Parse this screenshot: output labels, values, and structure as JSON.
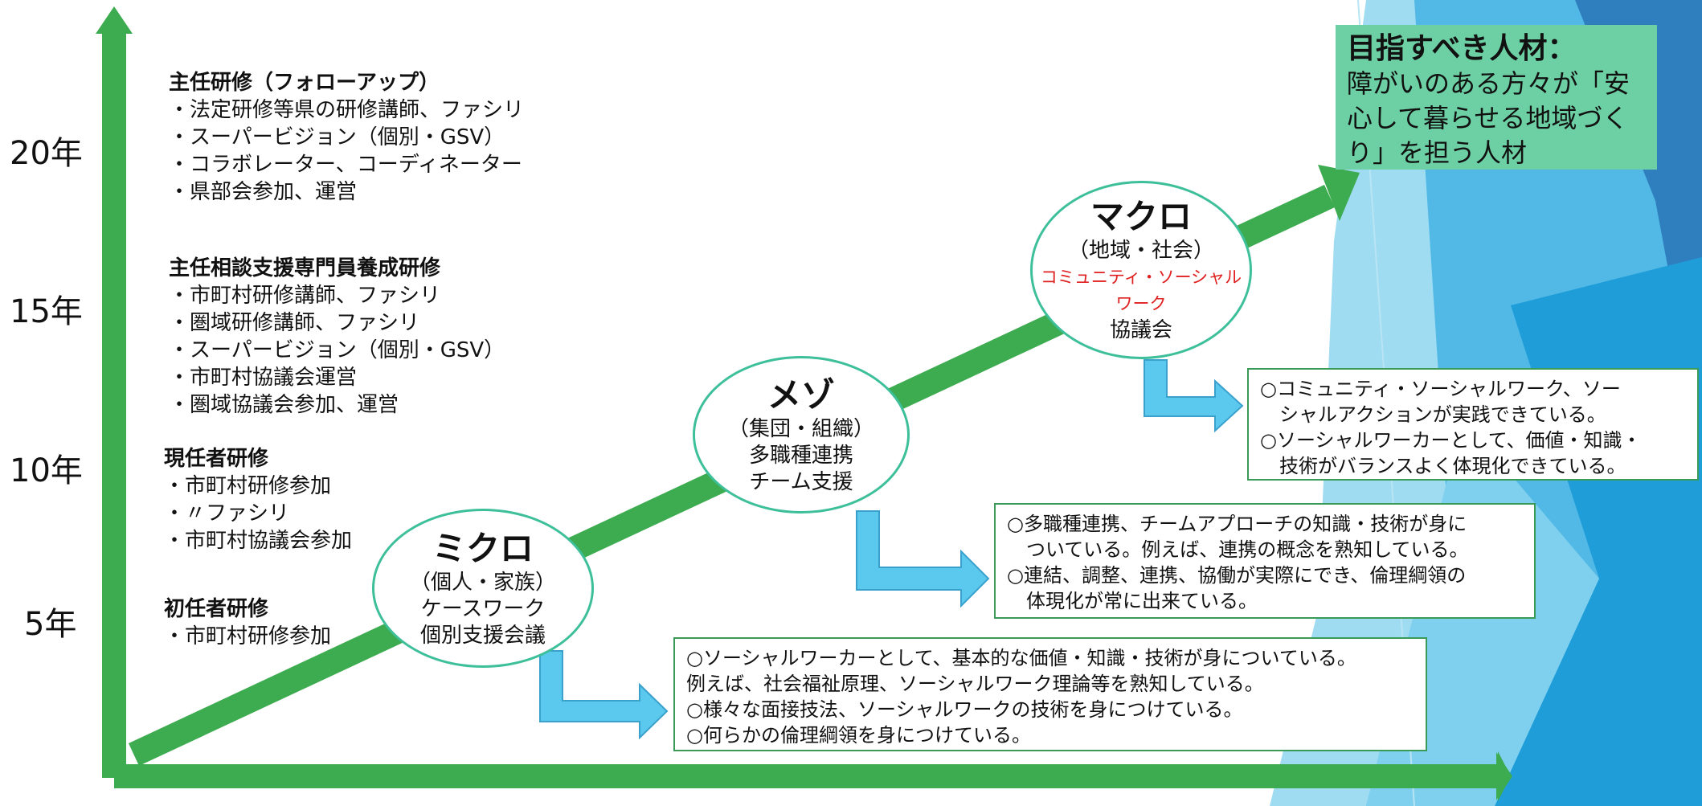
{
  "years": [
    "20年",
    "15年",
    "10年",
    "5年"
  ],
  "training_groups": [
    {
      "title": "主任研修（フォローアップ）",
      "items": [
        "・法定研修等県の研修講師、ファシリ",
        "・スーパービジョン（個別・GSV）",
        "・コラボレーター、コーディネーター",
        "・県部会参加、運営"
      ]
    },
    {
      "title": "主任相談支援専門員養成研修",
      "items": [
        "・市町村研修講師、ファシリ",
        "・圏域研修講師、ファシリ",
        "・スーパービジョン（個別・GSV）",
        "・市町村協議会運営",
        "・圏域協議会参加、運営"
      ]
    },
    {
      "title": "現任者研修",
      "items": [
        "・市町村研修参加",
        "・〃ファシリ",
        "・市町村協議会参加"
      ]
    },
    {
      "title": "初任者研修",
      "items": [
        "・市町村研修参加"
      ]
    }
  ],
  "levels": {
    "micro": {
      "title": "ミクロ",
      "lines": [
        "（個人・家族）",
        "ケースワーク",
        "個別支援会議"
      ]
    },
    "meso": {
      "title": "メゾ",
      "lines": [
        "（集団・組織）",
        "多職種連携",
        "チーム支援"
      ]
    },
    "macro": {
      "title": "マクロ",
      "sub": "（地域・社会）",
      "red": [
        "コミュニティ・ソーシャル",
        "ワーク"
      ],
      "last": "協議会"
    }
  },
  "competency_boxes": {
    "micro": [
      "○ソーシャルワーカーとして、基本的な価値・知識・技術が身についている。",
      "例えば、社会福祉原理、ソーシャルワーク理論等を熟知している。",
      "○様々な面接技法、ソーシャルワークの技術を身につけている。",
      "○何らかの倫理綱領を身につけている。"
    ],
    "meso": [
      "○多職種連携、チームアプローチの知識・技術が身に",
      "　ついている。例えば、連携の概念を熟知している。",
      "○連結、調整、連携、協働が実際にでき、倫理綱領の",
      "　体現化が常に出来ている。"
    ],
    "macro": [
      "○コミュニティ・ソーシャルワーク、ソー",
      "　シャルアクションが実践できている。",
      "○ソーシャルワーカーとして、価値・知識・",
      "　技術がバランスよく体現化できている。"
    ]
  },
  "goal": {
    "title": "目指すべき人材：",
    "lines": [
      "障がいのある方々が「安",
      "心して暮らせる地域づく",
      "り」を担う人材"
    ]
  },
  "colors": {
    "axis": "#3dab4f",
    "connector": "#5bc8ee",
    "oval_border": "#3dbf9a",
    "goal_bg": "#6dd0a4",
    "red_text": "#e02020"
  }
}
